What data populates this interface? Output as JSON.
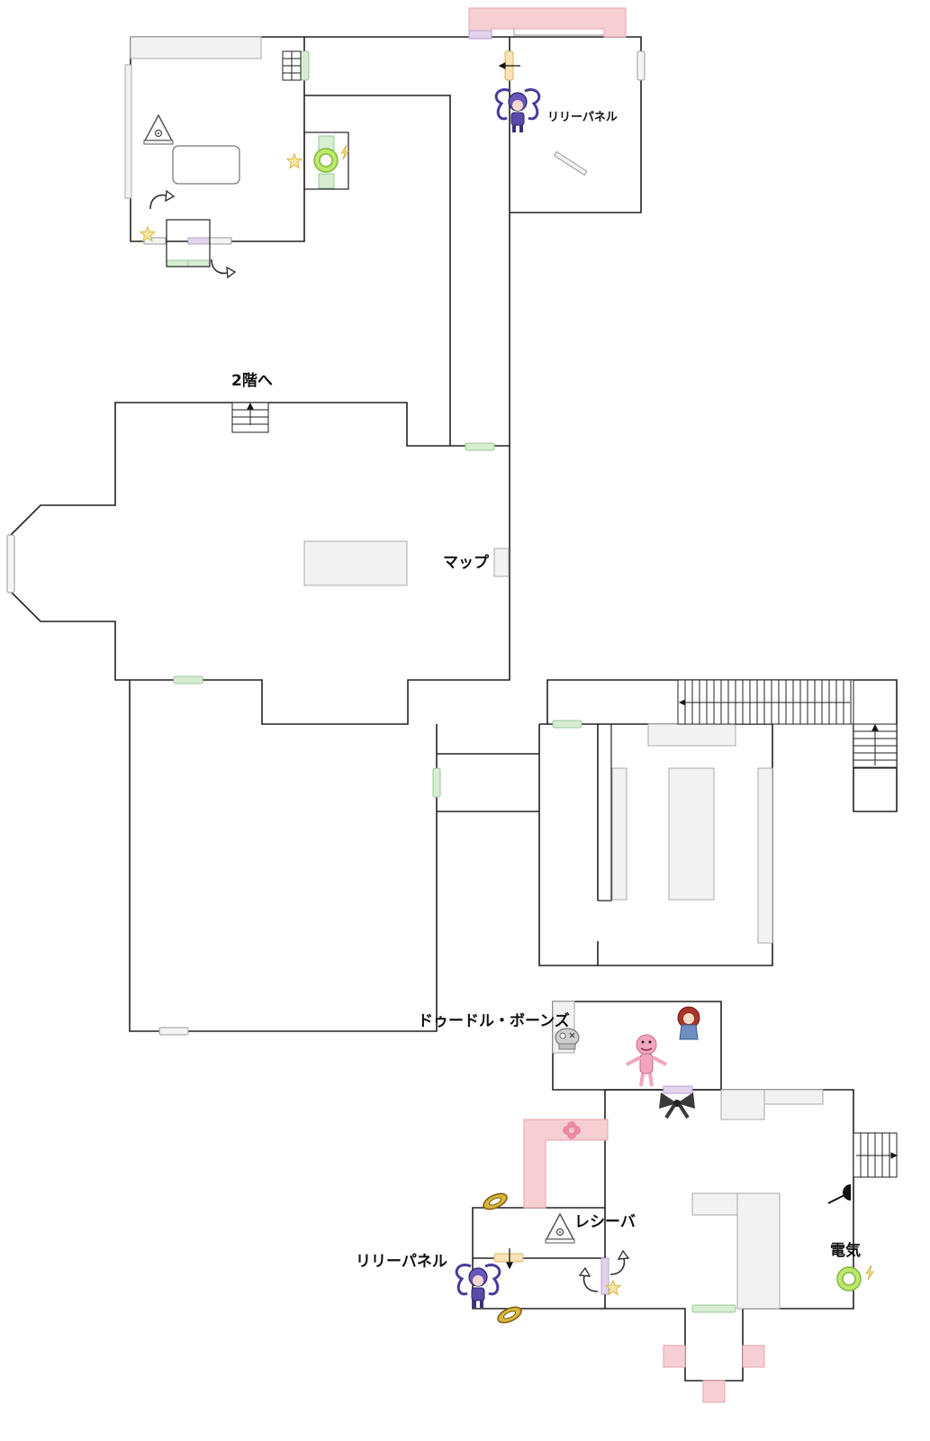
{
  "labels": {
    "lily_panel_top": "リリーパネル",
    "to_2f": "2階へ",
    "map": "マップ",
    "doodle_bones": "ドゥードル・ボーンズ",
    "receiver": "レシーバ",
    "lily_panel_bottom": "リリーパネル",
    "electricity": "電気"
  },
  "colors": {
    "wall": "#222222",
    "furniture_fill": "#f2f2f2",
    "furniture_stroke": "#bbbbbb",
    "door_green": "#d6edd2",
    "door_green_stroke": "#9cc79a",
    "door_purple": "#e2d4ec",
    "door_purple_stroke": "#b8a0cc",
    "door_yellow": "#fbe3b5",
    "door_yellow_stroke": "#d8b46a",
    "pink_block": "#f6cfd3",
    "pink_stroke": "#e7a3aa",
    "power_green": "#bfe86a",
    "star_yellow": "#f5e6a2",
    "character_purple": "#4a3a9a",
    "huggy_pink": "#f2a5bf",
    "bow_dark": "#3a3a3a"
  },
  "icons": [
    "stairs-icon",
    "warning-triangle-icon",
    "power-node-icon",
    "lightning-icon",
    "star-icon",
    "rotate-arrow-icon",
    "lily-character-icon",
    "huggy-wuggy-icon",
    "poppy-doll-icon",
    "doodle-bones-icon",
    "bow-icon",
    "handprint-icon",
    "flower-icon",
    "grab-hand-icon"
  ]
}
